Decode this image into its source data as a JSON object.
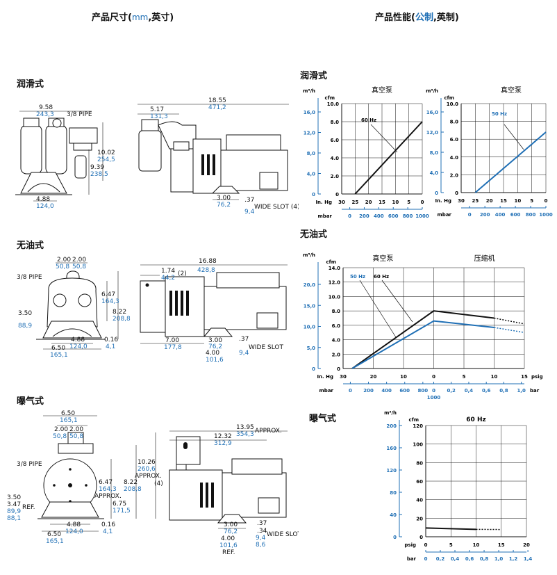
{
  "header": {
    "left_prefix": "产品尺寸(",
    "left_unit": "mm",
    "left_suffix": ",英寸)",
    "right_prefix": "产品性能(",
    "right_unit": "公制",
    "right_suffix": ",英制)"
  },
  "sections": {
    "lubricated": "润滑式",
    "oilless": "无油式",
    "aerated": "曝气式"
  },
  "dims": {
    "lub_front": {
      "w_in": "9.58",
      "w_mm": "243,3",
      "pipe": "3/8 PIPE",
      "h_in": "10.02",
      "h_mm": "254,5",
      "h2_in": "9.39",
      "h2_mm": "238,5",
      "b_in": "4.88",
      "b_mm": "124,0"
    },
    "lub_side": {
      "len_in": "18.55",
      "len_mm": "471,2",
      "off_in": "5.17",
      "off_mm": "131,3",
      "s_in": "3.00",
      "s_mm": "76,2",
      "slot_in": ".37",
      "slot_mm": "9,4",
      "slot": "WIDE SLOT (4)"
    },
    "oil_front": {
      "a_in": "2.00",
      "a_mm": "50,8",
      "b_in": "2.00",
      "b_mm": "50,8",
      "pipe": "3/8 PIPE",
      "h_in": "6.47",
      "h_mm": "164,3",
      "h2_in": "8.22",
      "h2_mm": "208,8",
      "c_in": "3.50",
      "c_mm": "88,9",
      "d_in": "4.88",
      "d_mm": "124,0",
      "e_in": "6.50",
      "e_mm": "165,1",
      "f_in": "0.16",
      "f_mm": "4,1"
    },
    "oil_side": {
      "len_in": "16.88",
      "len_mm": "428,8",
      "off_in": "1.74",
      "off_mm": "44,2",
      "off_note": "(2)",
      "a_in": "7.00",
      "a_mm": "177,8",
      "s_in": "3.00",
      "s_mm": "76,2",
      "t_in": "4.00",
      "t_mm": "101,6",
      "slot_in": ".37",
      "slot_mm": "9,4",
      "slot": "WIDE SLOT"
    },
    "aer_front": {
      "w_in": "6.50",
      "w_mm": "165,1",
      "a_in": "2.00",
      "a_mm": "50,8",
      "b_in": "2.00",
      "b_mm": "50,8",
      "pipe": "3/8 PIPE",
      "h_in": "6.47",
      "h_mm": "164,3",
      "approx": "APPROX.",
      "h2_in": "8.22",
      "h2_mm": "208,8",
      "h3_in": "10.26",
      "h3_mm": "260,6",
      "h3_approx": "APPROX.",
      "note4": "(4)",
      "h4_in": "6.75",
      "h4_mm": "171,5",
      "c1_in": "3.50",
      "c2_in": "3.47",
      "ref": "REF.",
      "c1_mm": "89,9",
      "c2_mm": "88,1",
      "d_in": "4.88",
      "d_mm": "124,0",
      "e_in": "6.50",
      "e_mm": "165,1",
      "f_in": "0.16",
      "f_mm": "4,1"
    },
    "aer_side": {
      "len_in": "13.95",
      "len_mm": "354,3",
      "approx": "APPROX.",
      "l2_in": "12.32",
      "l2_mm": "312,9",
      "s_in": "3.00",
      "s_mm": "76,2",
      "t_in": "4.00",
      "t_mm": "101,6",
      "ref": "REF.",
      "slot1_in": ".37",
      "slot2_in": ".34",
      "slot1_mm": "9,4",
      "slot2_mm": "8,6",
      "slot": "WIDE SLOT"
    }
  },
  "chart_data": [
    {
      "type": "line",
      "title": "真空泵",
      "y_left_label": "m³/h",
      "y_left_ticks": [
        "0",
        "4,0",
        "8,0",
        "12,0",
        "16,0"
      ],
      "y_right_label": "cfm",
      "y_right_ticks": [
        "0",
        "2.0",
        "4.0",
        "6.0",
        "8.0",
        "10.0"
      ],
      "x_label_top": "In. Hg",
      "x_ticks_top": [
        "30",
        "25",
        "20",
        "15",
        "10",
        "5",
        "0"
      ],
      "x_label_bottom": "mbar",
      "x_ticks_bottom": [
        "0",
        "200",
        "400",
        "600",
        "800",
        "1000"
      ],
      "series": [
        {
          "name": "60 Hz",
          "x": [
            25,
            0
          ],
          "y": [
            0.0,
            8.0
          ],
          "color": "#111111"
        }
      ],
      "xlim": [
        30,
        0
      ],
      "ylim": [
        0,
        10
      ]
    },
    {
      "type": "line",
      "title": "真空泵",
      "y_left_label": "m³/h",
      "y_left_ticks": [
        "0",
        "4,0",
        "8,0",
        "12,0",
        "16,0"
      ],
      "y_right_label": "cfm",
      "y_right_ticks": [
        "0",
        "2.0",
        "4.0",
        "6.0",
        "8.0",
        "10.0"
      ],
      "x_label_top": "In. Hg",
      "x_ticks_top": [
        "30",
        "25",
        "20",
        "15",
        "10",
        "5",
        "0"
      ],
      "x_label_bottom": "mbar",
      "x_ticks_bottom": [
        "0",
        "200",
        "400",
        "600",
        "800",
        "1000"
      ],
      "series": [
        {
          "name": "50 Hz",
          "x": [
            25,
            0
          ],
          "y": [
            0.0,
            6.8
          ],
          "color": "#1f6fb5"
        }
      ],
      "xlim": [
        30,
        0
      ],
      "ylim": [
        0,
        10
      ]
    },
    {
      "type": "line",
      "title_left": "真空泵",
      "title_right": "压缩机",
      "y_left_label": "m³/h",
      "y_left_ticks": [
        "0",
        "5,0",
        "10,0",
        "15,0",
        "20,0"
      ],
      "y_right_label": "cfm",
      "y_right_ticks": [
        "0",
        "2.0",
        "4.0",
        "6.0",
        "8.0",
        "10.0",
        "12.0",
        "14.0"
      ],
      "x_label_top": "In. Hg",
      "x_ticks_top": [
        "30",
        "20",
        "10",
        "0",
        "5",
        "10",
        "15"
      ],
      "x_unit_right": "psig",
      "x_label_bottom": "mbar",
      "x_ticks_bottom": [
        "0",
        "200",
        "400",
        "600",
        "800",
        "0",
        "0,2",
        "0,4",
        "0,6",
        "0,8",
        "1,0"
      ],
      "x_tick_1000": "1000",
      "x_unit_bottom_right": "bar",
      "series": [
        {
          "name": "60 Hz",
          "x": [
            -27,
            0,
            10,
            15
          ],
          "y": [
            0,
            8.0,
            7.0,
            6.2
          ],
          "color": "#111111"
        },
        {
          "name": "50 Hz",
          "x": [
            -27,
            0,
            10,
            15
          ],
          "y": [
            0,
            6.6,
            5.7,
            5.0
          ],
          "color": "#1f6fb5"
        }
      ],
      "xlim": [
        -30,
        15
      ],
      "ylim": [
        0,
        14
      ]
    },
    {
      "type": "line",
      "title": "60 Hz",
      "y_left_label": "m³/h",
      "y_left_ticks": [
        "0",
        "40",
        "80",
        "120",
        "160",
        "200"
      ],
      "y_right_label": "cfm",
      "y_right_ticks": [
        "0",
        "20",
        "40",
        "60",
        "80",
        "100",
        "120"
      ],
      "x_label_top": "psig",
      "x_ticks_top": [
        "0",
        "5",
        "10",
        "15",
        "20"
      ],
      "x_label_bottom": "bar",
      "x_ticks_bottom": [
        "0",
        "0,2",
        "0,4",
        "0,6",
        "0,8",
        "1,0",
        "1,2",
        "1,4"
      ],
      "series": [
        {
          "name": "60 Hz",
          "x": [
            0,
            10,
            15
          ],
          "y": [
            9.5,
            8.0,
            7.8
          ],
          "color": "#111111"
        }
      ],
      "xlim": [
        0,
        20
      ],
      "ylim": [
        0,
        120
      ]
    }
  ]
}
